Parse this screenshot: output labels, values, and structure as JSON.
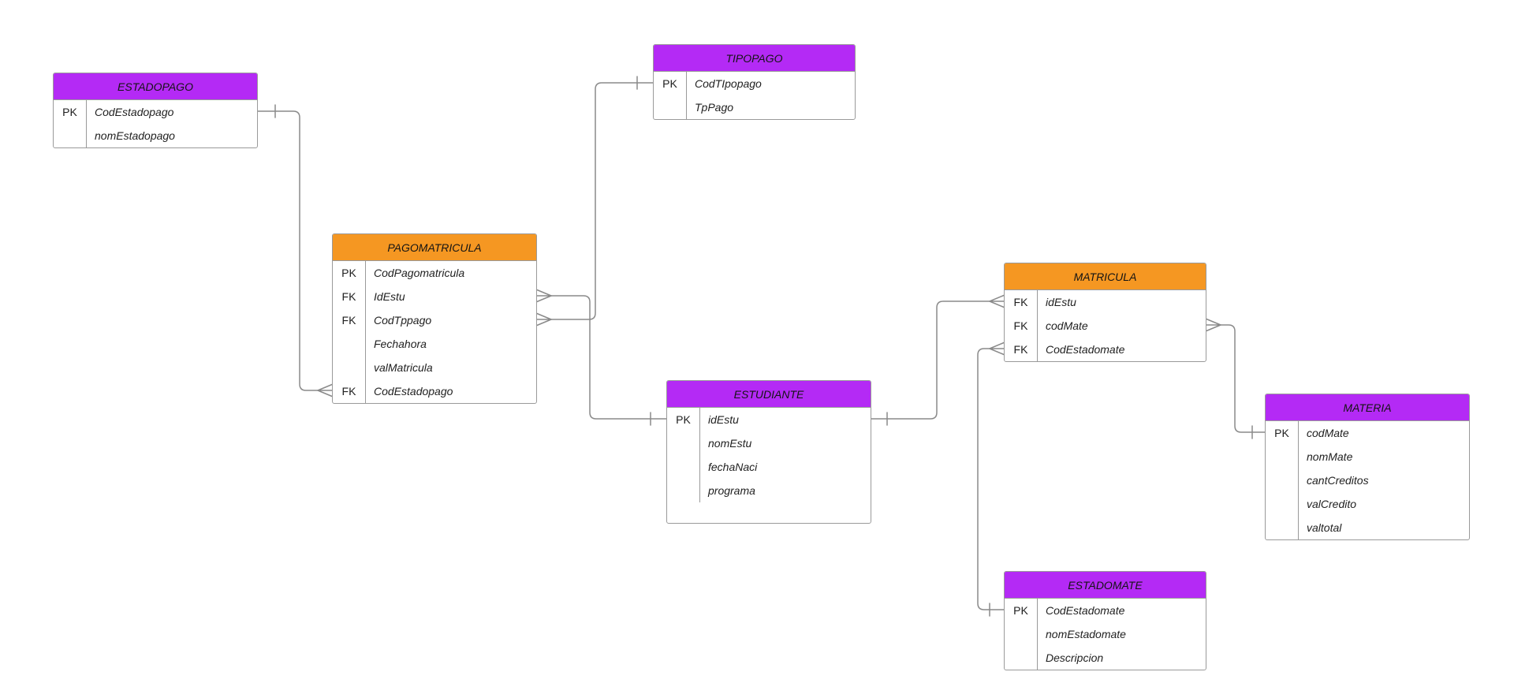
{
  "diagram": {
    "type": "entity-relationship-diagram",
    "background": "#ffffff",
    "colors": {
      "purple_header": "#b42af5",
      "orange_header": "#f59722",
      "table_border": "#9a9a9a",
      "connector": "#8a8a8a",
      "text": "#1f1f1f"
    },
    "tables": [
      {
        "id": "estadopago",
        "title": "ESTADOPAGO",
        "header_color": "#b42af5",
        "rows": [
          {
            "key": "PK",
            "field": "CodEstadopago"
          },
          {
            "key": "",
            "field": "nomEstadopago"
          }
        ]
      },
      {
        "id": "tipopago",
        "title": "TIPOPAGO",
        "header_color": "#b42af5",
        "rows": [
          {
            "key": "PK",
            "field": "CodTIpopago"
          },
          {
            "key": "",
            "field": "TpPago"
          }
        ]
      },
      {
        "id": "pagomatricula",
        "title": "PAGOMATRICULA",
        "header_color": "#f59722",
        "rows": [
          {
            "key": "PK",
            "field": "CodPagomatricula"
          },
          {
            "key": "FK",
            "field": "IdEstu"
          },
          {
            "key": "FK",
            "field": "CodTppago"
          },
          {
            "key": "",
            "field": "Fechahora"
          },
          {
            "key": "",
            "field": "valMatricula"
          },
          {
            "key": "FK",
            "field": "CodEstadopago"
          }
        ]
      },
      {
        "id": "estudiante",
        "title": "ESTUDIANTE",
        "header_color": "#b42af5",
        "rows": [
          {
            "key": "PK",
            "field": "idEstu"
          },
          {
            "key": "",
            "field": "nomEstu"
          },
          {
            "key": "",
            "field": "fechaNaci"
          },
          {
            "key": "",
            "field": "programa"
          }
        ]
      },
      {
        "id": "matricula",
        "title": "MATRICULA",
        "header_color": "#f59722",
        "rows": [
          {
            "key": "FK",
            "field": "idEstu"
          },
          {
            "key": "FK",
            "field": "codMate"
          },
          {
            "key": "FK",
            "field": "CodEstadomate"
          }
        ]
      },
      {
        "id": "materia",
        "title": "MATERIA",
        "header_color": "#b42af5",
        "rows": [
          {
            "key": "PK",
            "field": "codMate"
          },
          {
            "key": "",
            "field": "nomMate"
          },
          {
            "key": "",
            "field": "cantCreditos"
          },
          {
            "key": "",
            "field": "valCredito"
          },
          {
            "key": "",
            "field": "valtotal"
          }
        ]
      },
      {
        "id": "estadomate",
        "title": "ESTADOMATE",
        "header_color": "#b42af5",
        "rows": [
          {
            "key": "PK",
            "field": "CodEstadomate"
          },
          {
            "key": "",
            "field": "nomEstadomate"
          },
          {
            "key": "",
            "field": "Descripcion"
          }
        ]
      }
    ],
    "relationships": [
      {
        "from_table": "ESTADOPAGO",
        "from_field": "CodEstadopago",
        "from_cardinality": "one",
        "to_table": "PAGOMATRICULA",
        "to_field": "CodEstadopago",
        "to_cardinality": "many"
      },
      {
        "from_table": "TIPOPAGO",
        "from_field": "CodTIpopago",
        "from_cardinality": "one",
        "to_table": "PAGOMATRICULA",
        "to_field": "CodTppago",
        "to_cardinality": "many"
      },
      {
        "from_table": "ESTUDIANTE",
        "from_field": "idEstu",
        "from_cardinality": "one",
        "to_table": "PAGOMATRICULA",
        "to_field": "IdEstu",
        "to_cardinality": "many"
      },
      {
        "from_table": "ESTUDIANTE",
        "from_field": "idEstu",
        "from_cardinality": "one",
        "to_table": "MATRICULA",
        "to_field": "idEstu",
        "to_cardinality": "many"
      },
      {
        "from_table": "MATERIA",
        "from_field": "codMate",
        "from_cardinality": "one",
        "to_table": "MATRICULA",
        "to_field": "codMate",
        "to_cardinality": "many"
      },
      {
        "from_table": "ESTADOMATE",
        "from_field": "CodEstadomate",
        "from_cardinality": "one",
        "to_table": "MATRICULA",
        "to_field": "CodEstadomate",
        "to_cardinality": "many"
      }
    ]
  }
}
